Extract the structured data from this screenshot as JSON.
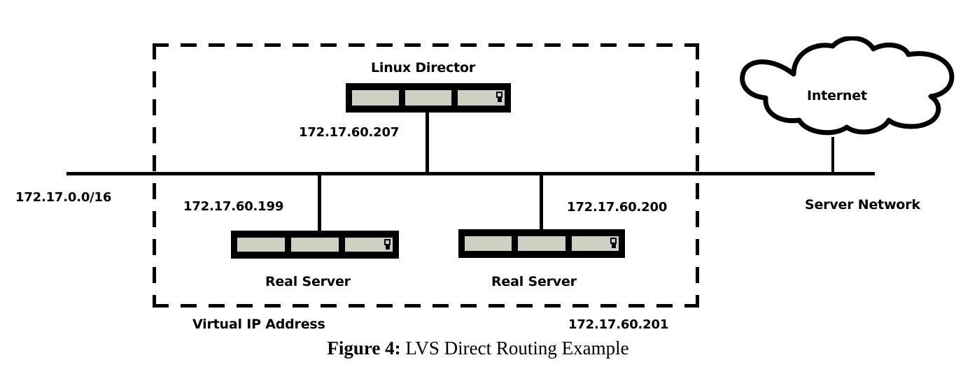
{
  "figure": {
    "caption_label": "Figure 4:",
    "caption_text": " LVS Direct Routing Example"
  },
  "diagram": {
    "type": "network-topology",
    "nodes": [
      {
        "id": "linux-director",
        "label": "Linux Director",
        "icon": "server-rack-icon",
        "ip": "172.17.60.207"
      },
      {
        "id": "real-server-left",
        "label": "Real Server",
        "icon": "server-rack-icon",
        "ip": "172.17.60.199"
      },
      {
        "id": "real-server-right",
        "label": "Real Server",
        "icon": "server-rack-icon",
        "ip": "172.17.60.200"
      },
      {
        "id": "internet",
        "label": "Internet",
        "icon": "cloud-icon"
      }
    ],
    "network": {
      "bus_label": "Server Network",
      "subnet_label": "172.17.0.0/16"
    },
    "boundary": {
      "label": "Virtual IP Address",
      "vip": "172.17.60.201",
      "style": "dashed"
    },
    "colors": {
      "line": "#000000",
      "server_bay_fill": "#cfcfc4",
      "background": "#ffffff"
    }
  }
}
